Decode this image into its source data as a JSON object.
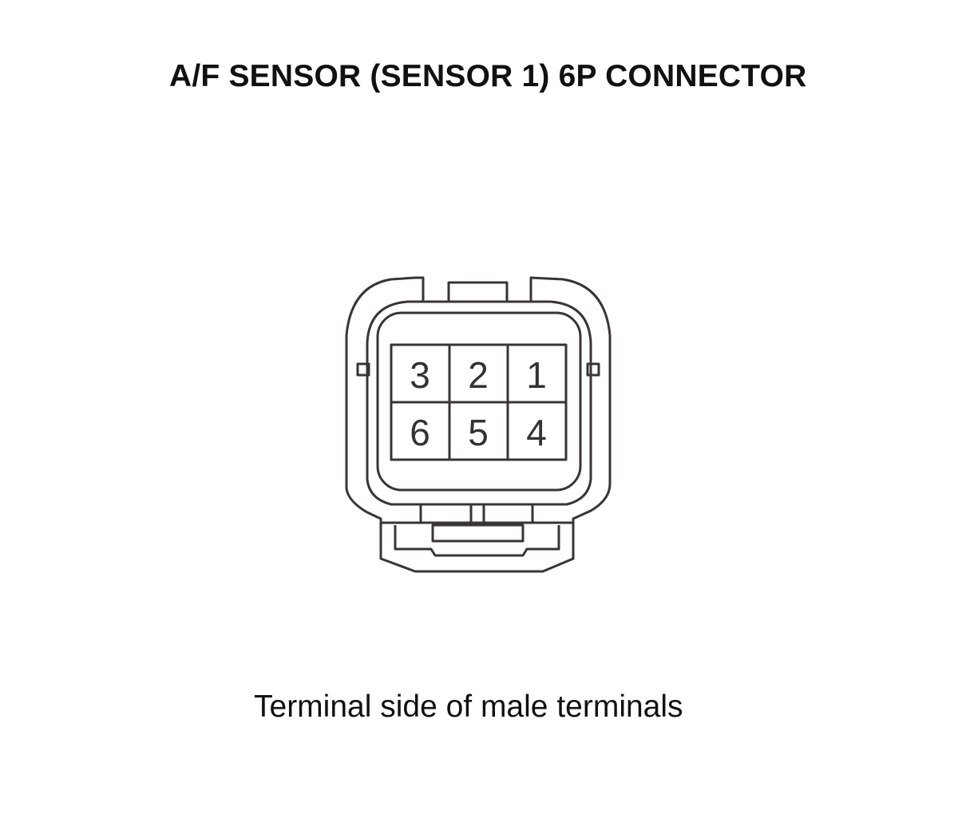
{
  "diagram": {
    "title": "A/F SENSOR (SENSOR 1) 6P CONNECTOR",
    "caption": "Terminal side of male terminals",
    "terminals": {
      "top_row": [
        "3",
        "2",
        "1"
      ],
      "bottom_row": [
        "6",
        "5",
        "4"
      ]
    },
    "line_color": "#3a3434"
  }
}
